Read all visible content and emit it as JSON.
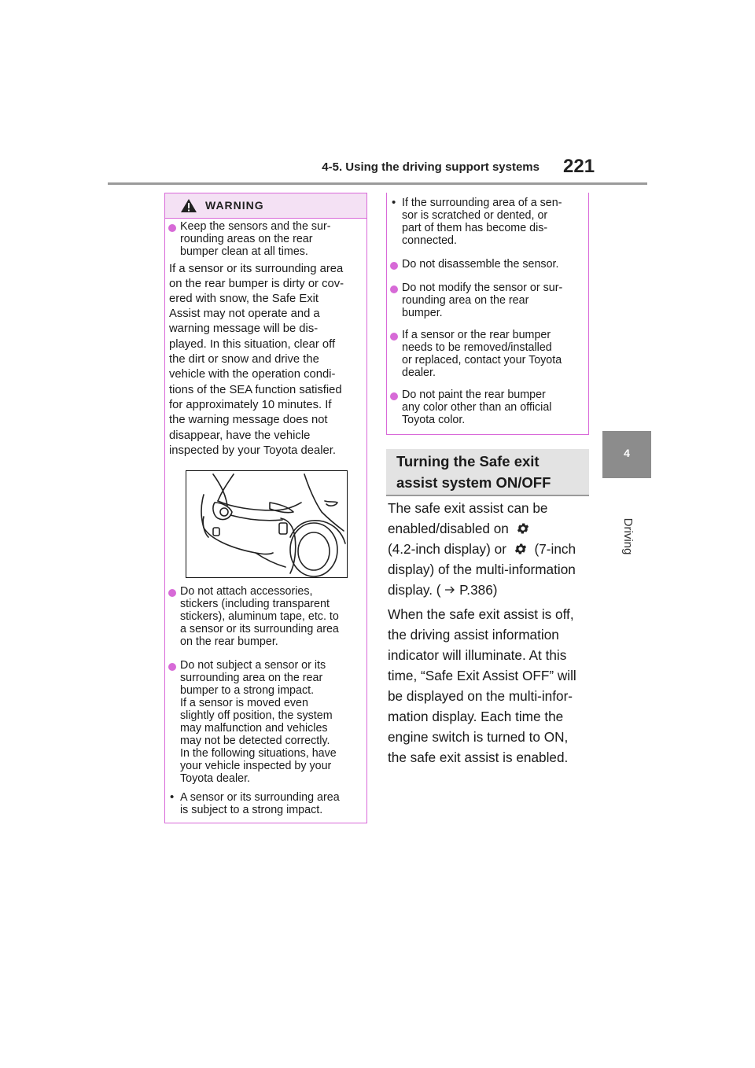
{
  "header": {
    "section_title": "4-5. Using the driving support systems",
    "page_number": "221"
  },
  "chapter_tab": {
    "number": "4",
    "label": "Driving"
  },
  "warning": {
    "title": "WARNING",
    "bullet1_lines": [
      "Keep the sensors and the sur-",
      "rounding areas on the rear",
      "bumper clean at all times."
    ],
    "para_lines": [
      "If a sensor or its surrounding area",
      "on the rear bumper is dirty or cov-",
      "ered with snow, the Safe Exit",
      "Assist may not operate and a",
      "warning message will be dis-",
      "played. In this situation, clear off",
      "the dirt or snow and drive the",
      "vehicle with the operation condi-",
      "tions of the SEA function satisfied",
      "for approximately 10 minutes. If",
      "the warning message does not",
      "disappear, have the vehicle",
      "inspected by your Toyota dealer."
    ],
    "bullet2_lines": [
      "Do not attach accessories,",
      "stickers (including transparent",
      "stickers), aluminum tape, etc. to",
      "a sensor or its surrounding area",
      "on the rear bumper."
    ],
    "bullet3_lines": [
      "Do not subject a sensor or its",
      "surrounding area on the rear",
      "bumper to a strong impact.",
      "If a sensor is moved even",
      "slightly off position, the system",
      "may malfunction and vehicles",
      "may not be detected correctly.",
      "In the following situations, have",
      "your vehicle inspected by your",
      "Toyota dealer."
    ],
    "sub1_lines": [
      "A sensor or its surrounding area",
      "is subject to a strong impact."
    ]
  },
  "side_warning": {
    "sub2_lines": [
      "If the surrounding area of a sen-",
      "sor is scratched or dented, or",
      "part of them has become dis-",
      "connected."
    ],
    "bullet4_lines": [
      "Do not disassemble the sensor."
    ],
    "bullet5_lines": [
      "Do not modify the sensor or sur-",
      "rounding area on the rear",
      "bumper."
    ],
    "bullet6_lines": [
      "If a sensor or the rear bumper",
      "needs to be removed/installed",
      "or replaced, contact your Toyota",
      "dealer."
    ],
    "bullet7_lines": [
      "Do not paint the rear bumper",
      "any color other than an official",
      "Toyota color."
    ]
  },
  "section": {
    "heading_lines": [
      "Turning the Safe exit",
      "assist system ON/OFF"
    ],
    "p1_line1": "The safe exit assist can be",
    "p1_line2a": "enabled/disabled on",
    "p1_line3a": "(4.2-inch display) or",
    "p1_line3b": "(7-inch",
    "p1_line4": "display) of the multi-information",
    "p1_line5a": "display. (",
    "p1_line5b": "P.386)",
    "p2_lines": [
      "When the safe exit assist is off,",
      "the driving assist information",
      "indicator will illuminate. At this",
      "time, “Safe Exit Assist OFF” will",
      "be displayed on the multi-infor-",
      "mation display. Each time the",
      "engine switch is turned to ON,",
      "the safe exit assist is enabled."
    ]
  },
  "colors": {
    "warning_accent": "#d96ad9",
    "warning_header_bg": "#f4e1f4",
    "tab_gray": "#8c8c8c"
  }
}
